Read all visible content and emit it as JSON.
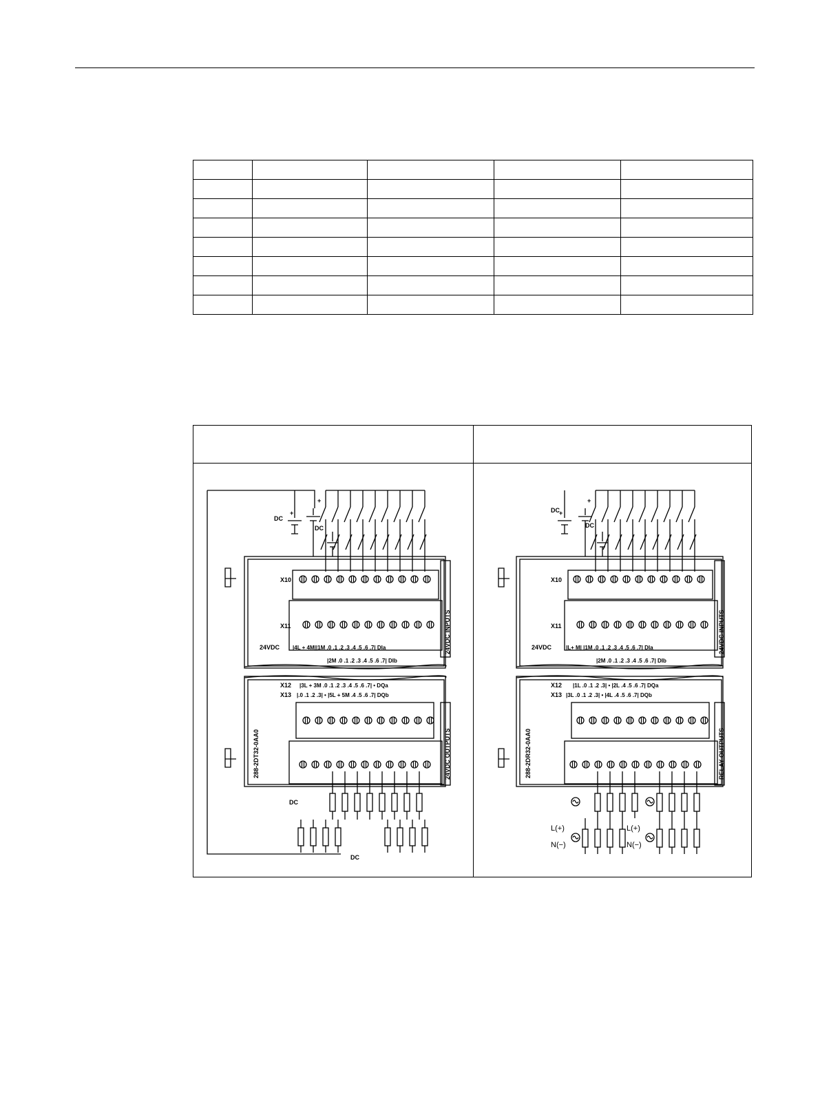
{
  "left_diagram": {
    "dc_src1": "DC",
    "dc_src2": "DC",
    "dc_out1": "DC",
    "dc_out2": "DC",
    "x10": "X10",
    "x11": "X11",
    "x12": "X12",
    "x13": "X13",
    "side_inputs": "24VDC INPUTS",
    "side_outputs": "24VDC OUTPUTS",
    "part_number": "288-2DT32-0AA0",
    "supply_label": "24VDC",
    "row_in_a": "|4L + 4M||1M .0 .1 .2 .3 .4 .5 .6 .7| DIa",
    "row_in_b": "|2M .0 .1 .2 .3 .4 .5 .6 .7| DIb",
    "row_out_a": "|3L + 3M .0 .1 .2 .3 .4 .5 .6 .7| • DQa",
    "row_out_b": "|.0 .1 .2 .3| • |5L + 5M .4 .5 .6 .7| DQb",
    "plus": "+",
    "minus": "−"
  },
  "right_diagram": {
    "dc_src1": "DC",
    "dc_src2": "DC",
    "x10": "X10",
    "x11": "X11",
    "x12": "X12",
    "x13": "X13",
    "side_inputs": "24VDC INPUTS",
    "side_outputs": "RELAY OUTPUTS",
    "part_number": "288-2DR32-0AA0",
    "supply_label": "24VDC",
    "row_in_a": "|L+ M| |1M .0 .1 .2 .3 .4 .5 .6 .7| DIa",
    "row_in_b": "|2M .0 .1 .2 .3 .4 .5 .6 .7| DIb",
    "row_out_a": "|1L .0 .1 .2 .3| • |2L .4 .5 .6 .7| DQa",
    "row_out_b": "|3L .0 .1 .2 .3| • |4L .4 .5 .6 .7| DQb",
    "l_plus_1": "L(+)",
    "n_minus_1": "N(−)",
    "l_plus_2": "L(+)",
    "n_minus_2": "N(−)",
    "plus": "+",
    "minus": "−"
  }
}
